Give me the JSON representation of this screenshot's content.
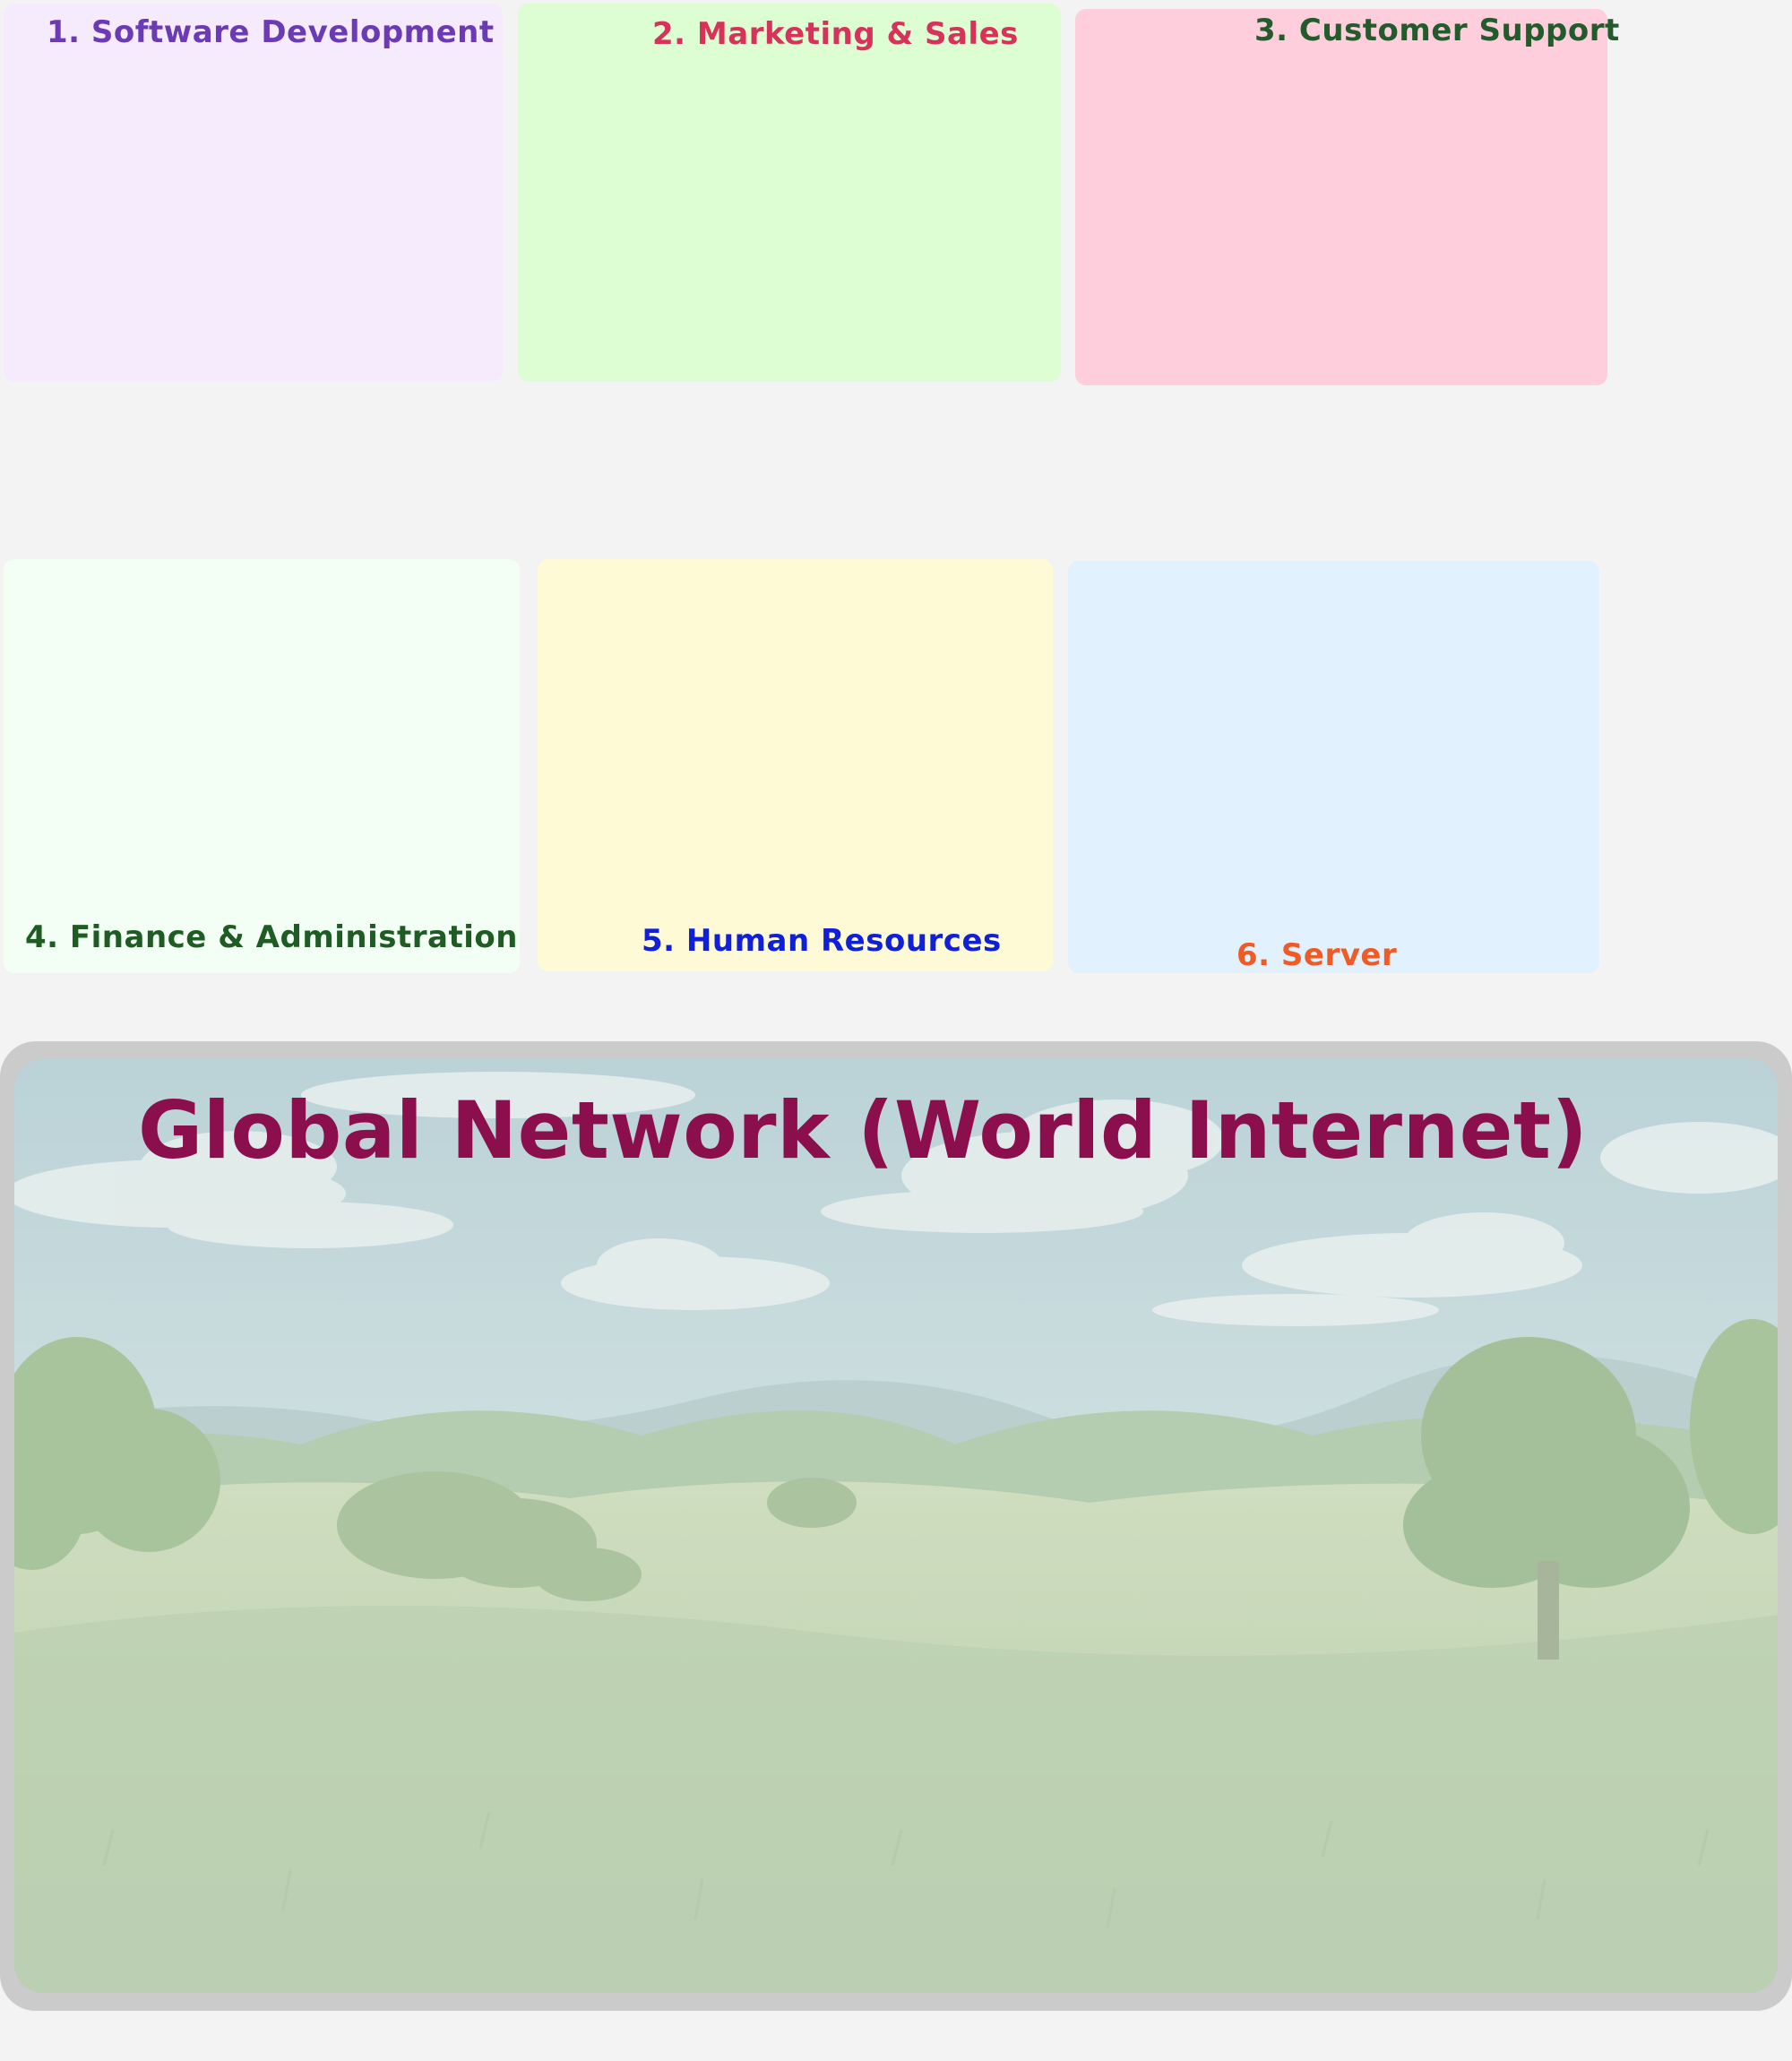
{
  "zones": [
    {
      "label": "1. Software Development",
      "fill": "#f6eafd",
      "text_color": "#6a3bb5"
    },
    {
      "label": "2. Marketing & Sales",
      "fill": "#ddfdd3",
      "text_color": "#d9325a"
    },
    {
      "label": "3. Customer Support",
      "fill": "#ffcedd",
      "text_color": "#245b2c"
    },
    {
      "label": "4. Finance & Administration",
      "fill": "#f3fff5",
      "text_color": "#1e5c24"
    },
    {
      "label": "5. Human Resources",
      "fill": "#fffad6",
      "text_color": "#1020d8"
    },
    {
      "label": "6. Server",
      "fill": "#e1f1fd",
      "text_color": "#f05a26"
    }
  ],
  "network": {
    "title": "Global Network (World Internet)",
    "title_color": "#8c0f4d",
    "frame_color": "#cbcbcb",
    "background": "faded landscape: sky with clouds, rolling green hills, trees, grass field"
  }
}
